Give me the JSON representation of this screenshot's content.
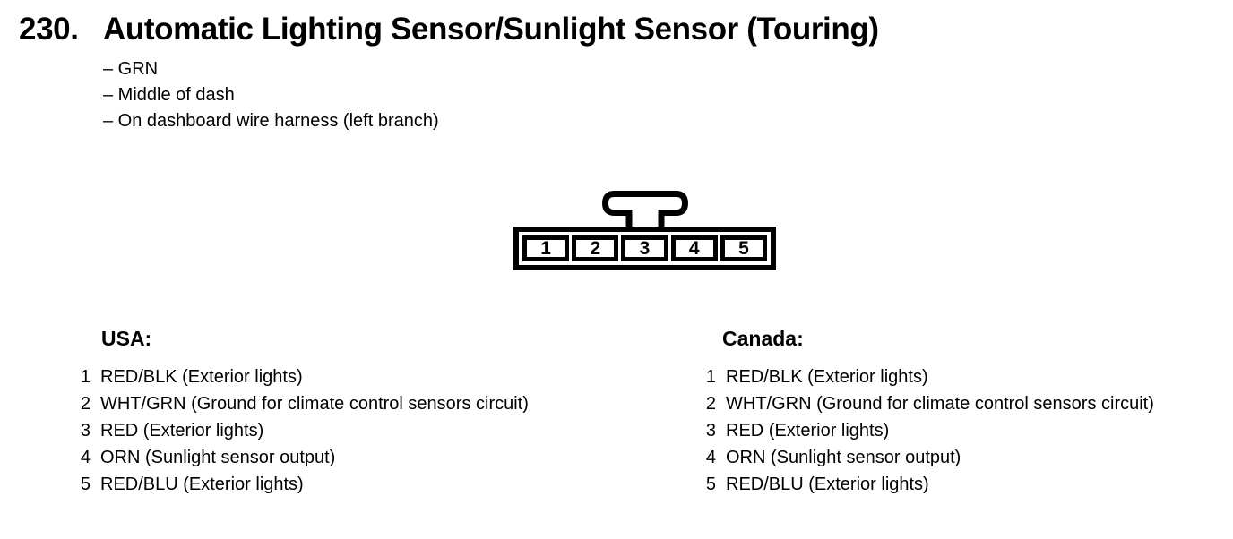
{
  "page": {
    "item_number": "230.",
    "title": "Automatic Lighting Sensor/Sunlight Sensor (Touring)",
    "details": [
      "– GRN",
      "– Middle of dash",
      "– On dashboard wire harness (left branch)"
    ]
  },
  "connector": {
    "pins": [
      "1",
      "2",
      "3",
      "4",
      "5"
    ]
  },
  "pinouts": {
    "usa": {
      "heading": "USA:",
      "rows": [
        {
          "num": "1",
          "label": "RED/BLK (Exterior lights)"
        },
        {
          "num": "2",
          "label": "WHT/GRN (Ground for climate control sensors circuit)"
        },
        {
          "num": "3",
          "label": "RED (Exterior lights)"
        },
        {
          "num": "4",
          "label": "ORN (Sunlight sensor output)"
        },
        {
          "num": "5",
          "label": "RED/BLU (Exterior lights)"
        }
      ]
    },
    "canada": {
      "heading": "Canada:",
      "rows": [
        {
          "num": "1",
          "label": "RED/BLK (Exterior lights)"
        },
        {
          "num": "2",
          "label": "WHT/GRN (Ground for climate control sensors circuit)"
        },
        {
          "num": "3",
          "label": "RED (Exterior lights)"
        },
        {
          "num": "4",
          "label": "ORN (Sunlight sensor output)"
        },
        {
          "num": "5",
          "label": "RED/BLU (Exterior lights)"
        }
      ]
    }
  },
  "colors": {
    "ink": "#000000",
    "background": "#ffffff"
  }
}
